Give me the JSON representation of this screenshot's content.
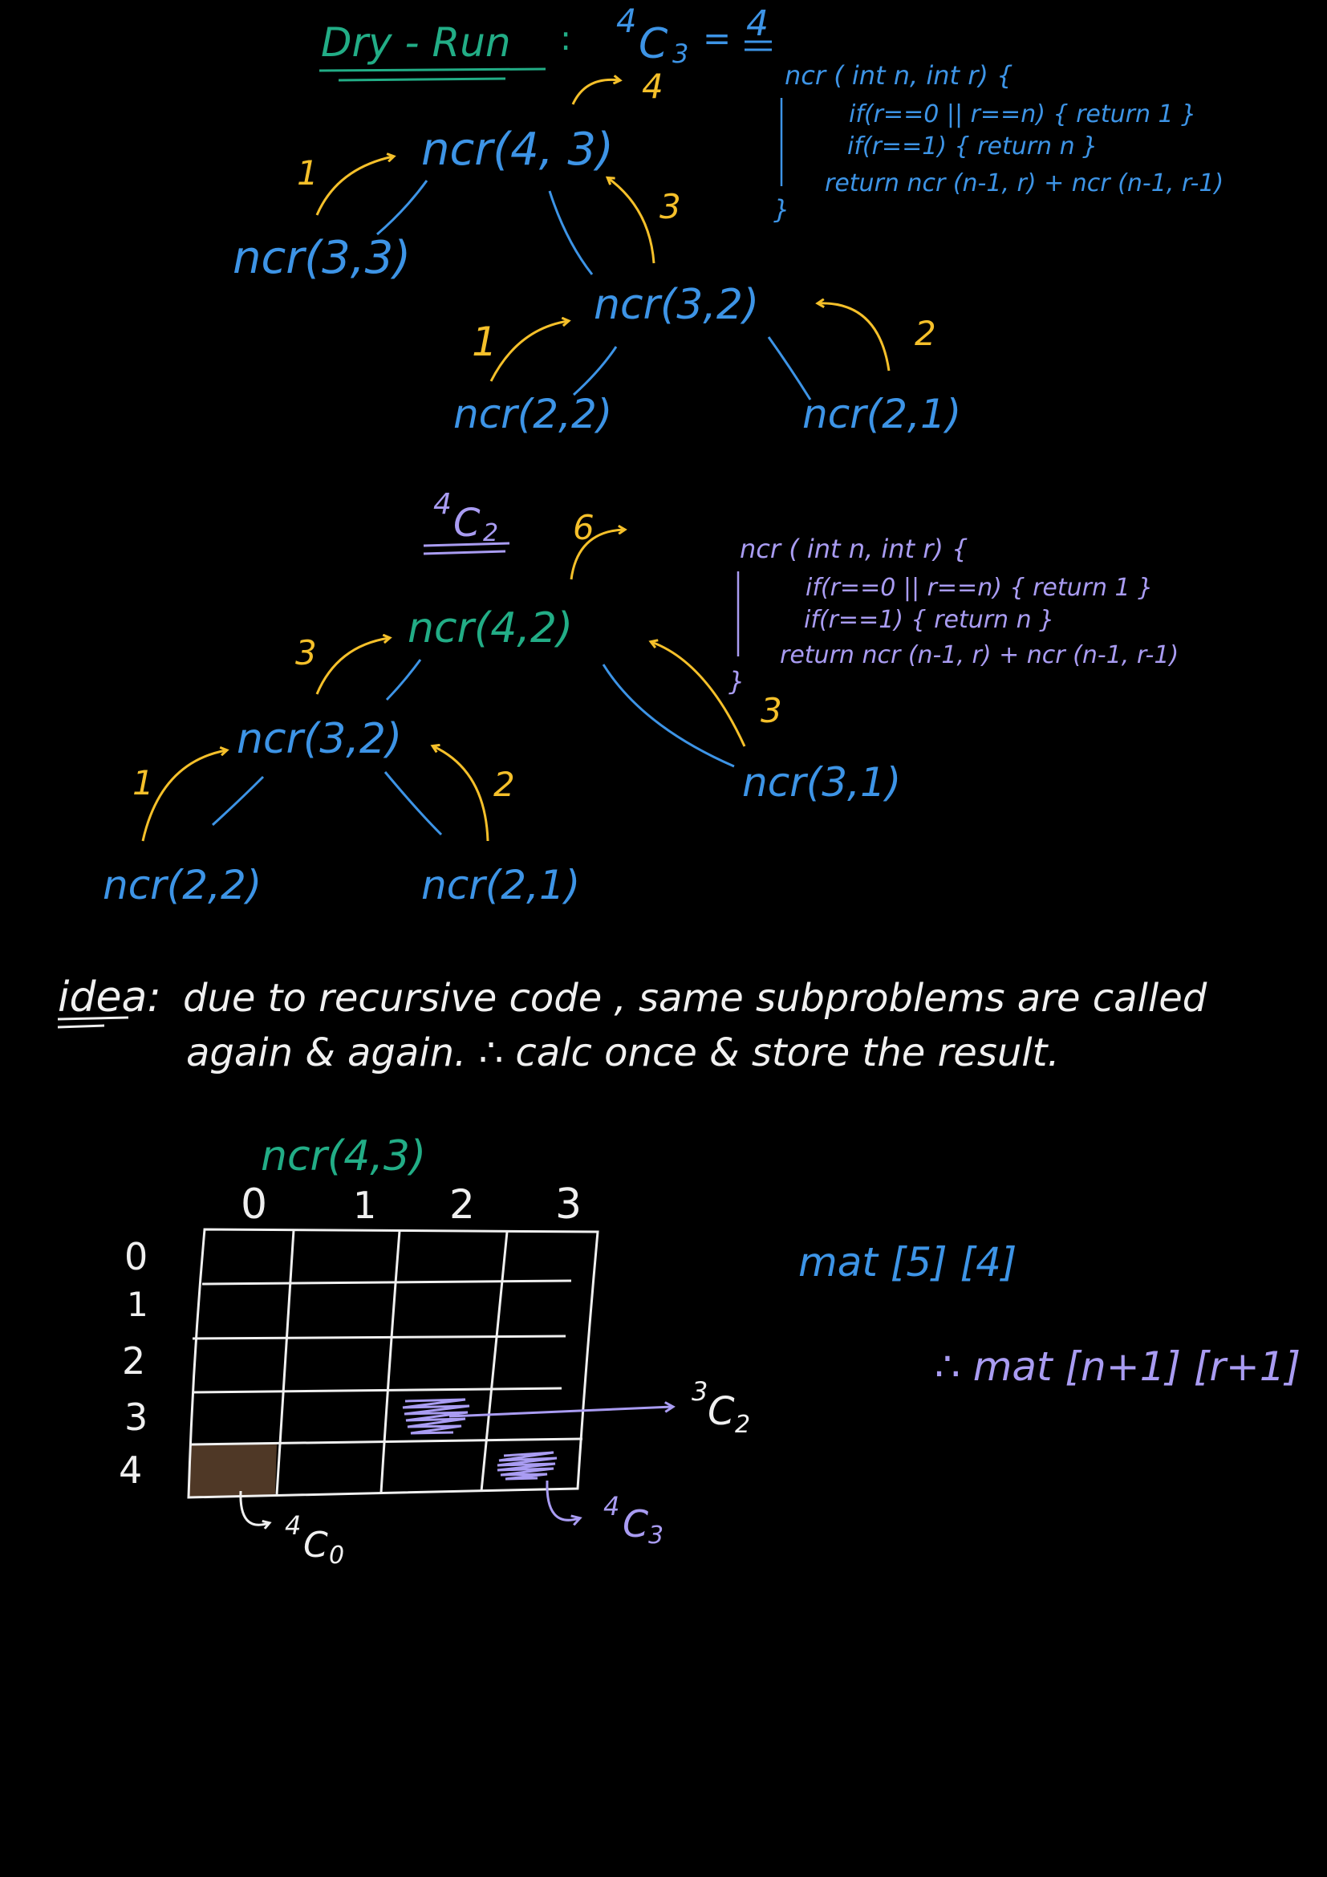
{
  "colors": {
    "background": "#000000",
    "blue": "#3d94e6",
    "yellow": "#f5c02a",
    "green": "#22ad86",
    "purple": "#a99cf2",
    "white": "#f0f0f0",
    "brown": "#4f3826"
  },
  "section1": {
    "title": "Dry - Run",
    "colon": ":",
    "formula_sup": "4",
    "formula_c": "C",
    "formula_sub": "3",
    "formula_eq": "=",
    "formula_result": "4",
    "nodes": {
      "root": "ncr(4, 3)",
      "left": "ncr(3,3)",
      "mid": "ncr(3,2)",
      "mid_left": "ncr(2,2)",
      "mid_right": "ncr(2,1)"
    },
    "returns": {
      "root": "4",
      "left": "1",
      "mid": "3",
      "mid_left": "1",
      "mid_right": "2"
    },
    "code": {
      "line1": "ncr ( int  n,  int r) {",
      "line2": "if(r==0 || r==n)  { return 1 }",
      "line3": "if(r==1)  { return n }",
      "line4": "return   ncr (n-1, r)  +  ncr (n-1, r-1)",
      "line5": "}"
    }
  },
  "section2": {
    "label_sup": "4",
    "label_c": "C",
    "label_sub": "2",
    "nodes": {
      "root": "ncr(4,2)",
      "left": "ncr(3,2)",
      "right": "ncr(3,1)",
      "left_left": "ncr(2,2)",
      "left_right": "ncr(2,1)"
    },
    "returns": {
      "root": "6",
      "left": "3",
      "right": "3",
      "left_left": "1",
      "left_right": "2"
    },
    "code": {
      "line1": "ncr ( int  n,  int r) {",
      "line2": "if(r==0 || r==n)  { return 1 }",
      "line3": "if(r==1)  { return n }",
      "line4": "return   ncr (n-1, r)  +  ncr (n-1, r-1)",
      "line5": "}"
    }
  },
  "idea": {
    "label": "idea:",
    "line1": "due  to  recursive  code  ,  same  subproblems  are  called",
    "line2": "again  &  again.   ∴  calc  once   &   store  the  result."
  },
  "section3": {
    "title": "ncr(4,3)",
    "col_headers": [
      "0",
      "1",
      "2",
      "3"
    ],
    "row_headers": [
      "0",
      "1",
      "2",
      "3",
      "4"
    ],
    "label_3c2_sup": "3",
    "label_3c2_c": "C",
    "label_3c2_sub": "2",
    "label_4c3_sup": "4",
    "label_4c3_c": "C",
    "label_4c3_sub": "3",
    "label_4c0_sup": "4",
    "label_4c0_c": "C",
    "label_4c0_sub": "0",
    "mat_text": "mat [5] [4]",
    "mat_general": "∴  mat [n+1] [r+1]"
  }
}
